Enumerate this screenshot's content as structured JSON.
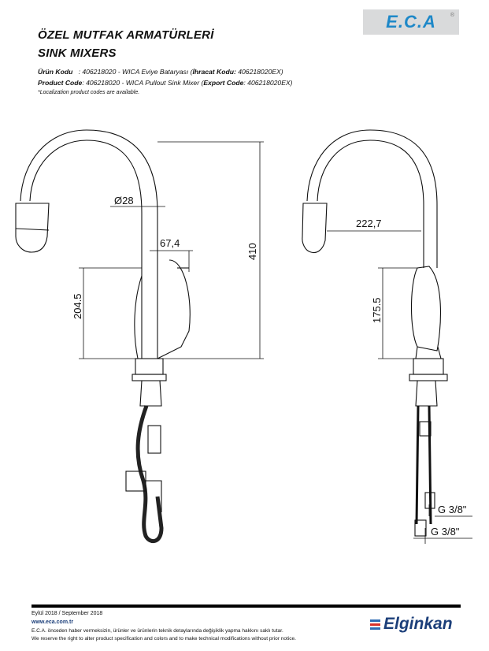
{
  "header": {
    "title_tr": "ÖZEL MUTFAK ARMATÜRLERİ",
    "title_en": "SINK MIXERS",
    "logo_text": "E.C.A",
    "logo_mark": "®"
  },
  "product": {
    "tr_label": "Ürün Kodu",
    "tr_value": "   : 406218020 - WICA Eviye Bataryası (",
    "tr_export_label": "İhracat Kodu:",
    "tr_export_value": " 406218020EX)",
    "en_label": "Product Code",
    "en_value": ": 406218020 - WICA Pullout Sink Mixer (",
    "en_export_label": "Export Code",
    "en_export_value": ": 406218020EX)",
    "note": "*Localization product codes are available."
  },
  "dimensions": {
    "diameter": "Ø28",
    "offset": "67,4",
    "total_height": "410",
    "lever_height": "204.5",
    "reach": "222,7",
    "side_height": "175.5",
    "connection_1": "G 3/8\"",
    "connection_2": "G 3/8\""
  },
  "footer": {
    "date": "Eylül 2018 / September 2018",
    "website": "www.eca.com.tr",
    "disclaimer_tr": "E.C.A. önceden haber vermeksizin, ürünler ve ürünlerin teknik detaylarında değişiklik yapma hakkını saklı tutar.",
    "disclaimer_en": "We reserve the right to alter product specification and colors and to make technical modifications without prior notice.",
    "brand": "Elginkan"
  },
  "colors": {
    "eca_blue": "#1e88c8",
    "brand_navy": "#1c3f7a",
    "brand_red": "#d8322b",
    "brand_blue": "#2f6db5"
  }
}
